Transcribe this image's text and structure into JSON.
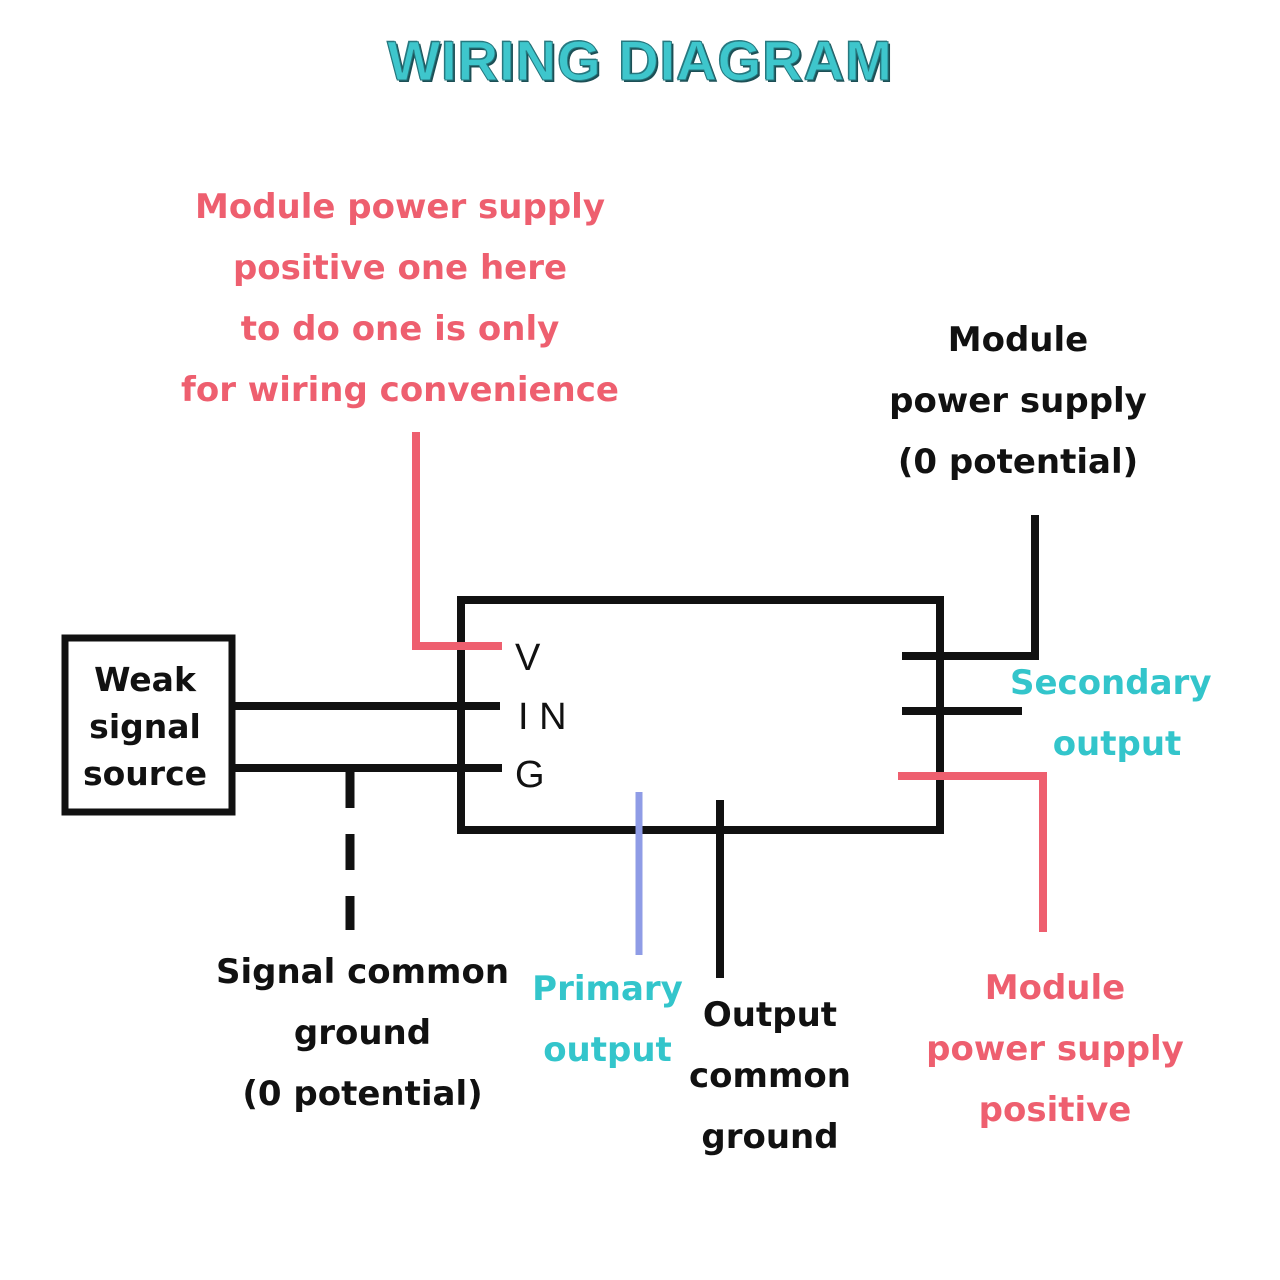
{
  "title": "WIRING DIAGRAM",
  "colors": {
    "title": "#3ec6cc",
    "positive_wire": "#ee5f6f",
    "ground_wire": "#111111",
    "output_label": "#33c5cb",
    "primary_output_wire": "#8f9ce6"
  },
  "source_box": {
    "lines": [
      "Weak",
      "signal",
      "source"
    ]
  },
  "module": {
    "pins_left": [
      "V",
      "I N",
      "G"
    ]
  },
  "labels": {
    "module_positive_top": [
      "Module power supply",
      "positive one here",
      "to do one is only",
      "for wiring convenience"
    ],
    "module_ground": [
      "Module",
      "power supply",
      "(0 potential)"
    ],
    "secondary_output": [
      "Secondary",
      "output"
    ],
    "signal_ground": [
      "Signal common",
      "ground",
      "(0 potential)"
    ],
    "primary_output": [
      "Primary",
      "output"
    ],
    "output_ground": [
      "Output",
      "common",
      "ground"
    ],
    "module_positive": [
      "Module",
      "power supply",
      "positive"
    ]
  }
}
